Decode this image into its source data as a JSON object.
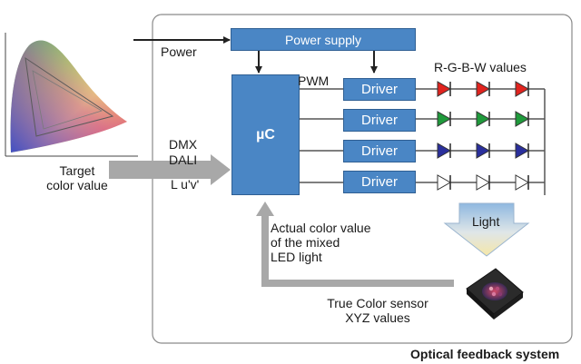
{
  "labels": {
    "power": "Power",
    "power_supply": "Power supply",
    "pwm": "PWM",
    "rgbw_values": "R-G-B-W values",
    "microcontroller": "µC",
    "driver": "Driver",
    "dmx": "DMX",
    "dali": "DALI",
    "luv": "L u'v'",
    "target_line1": "Target",
    "target_line2": "color value",
    "actual_line1": "Actual color value",
    "actual_line2": "of the mixed",
    "actual_line3": "LED light",
    "light": "Light",
    "sensor_line1": "True Color sensor",
    "sensor_line2": "XYZ values",
    "caption": "Optical feedback system"
  },
  "led_rows": [
    {
      "color": "#e0231e",
      "name": "red"
    },
    {
      "color": "#1f9a3b",
      "name": "green"
    },
    {
      "color": "#2a2f9c",
      "name": "blue"
    },
    {
      "color": "#ffffff",
      "name": "white"
    }
  ],
  "colors": {
    "block_fill": "#4a86c5",
    "block_border": "#2f5f93",
    "panel_border": "#8a8a8a",
    "arrow_gray": "#a8a8a8",
    "light_arrow_top": "#8fb8e0",
    "light_arrow_bottom": "#f5e7a8"
  }
}
